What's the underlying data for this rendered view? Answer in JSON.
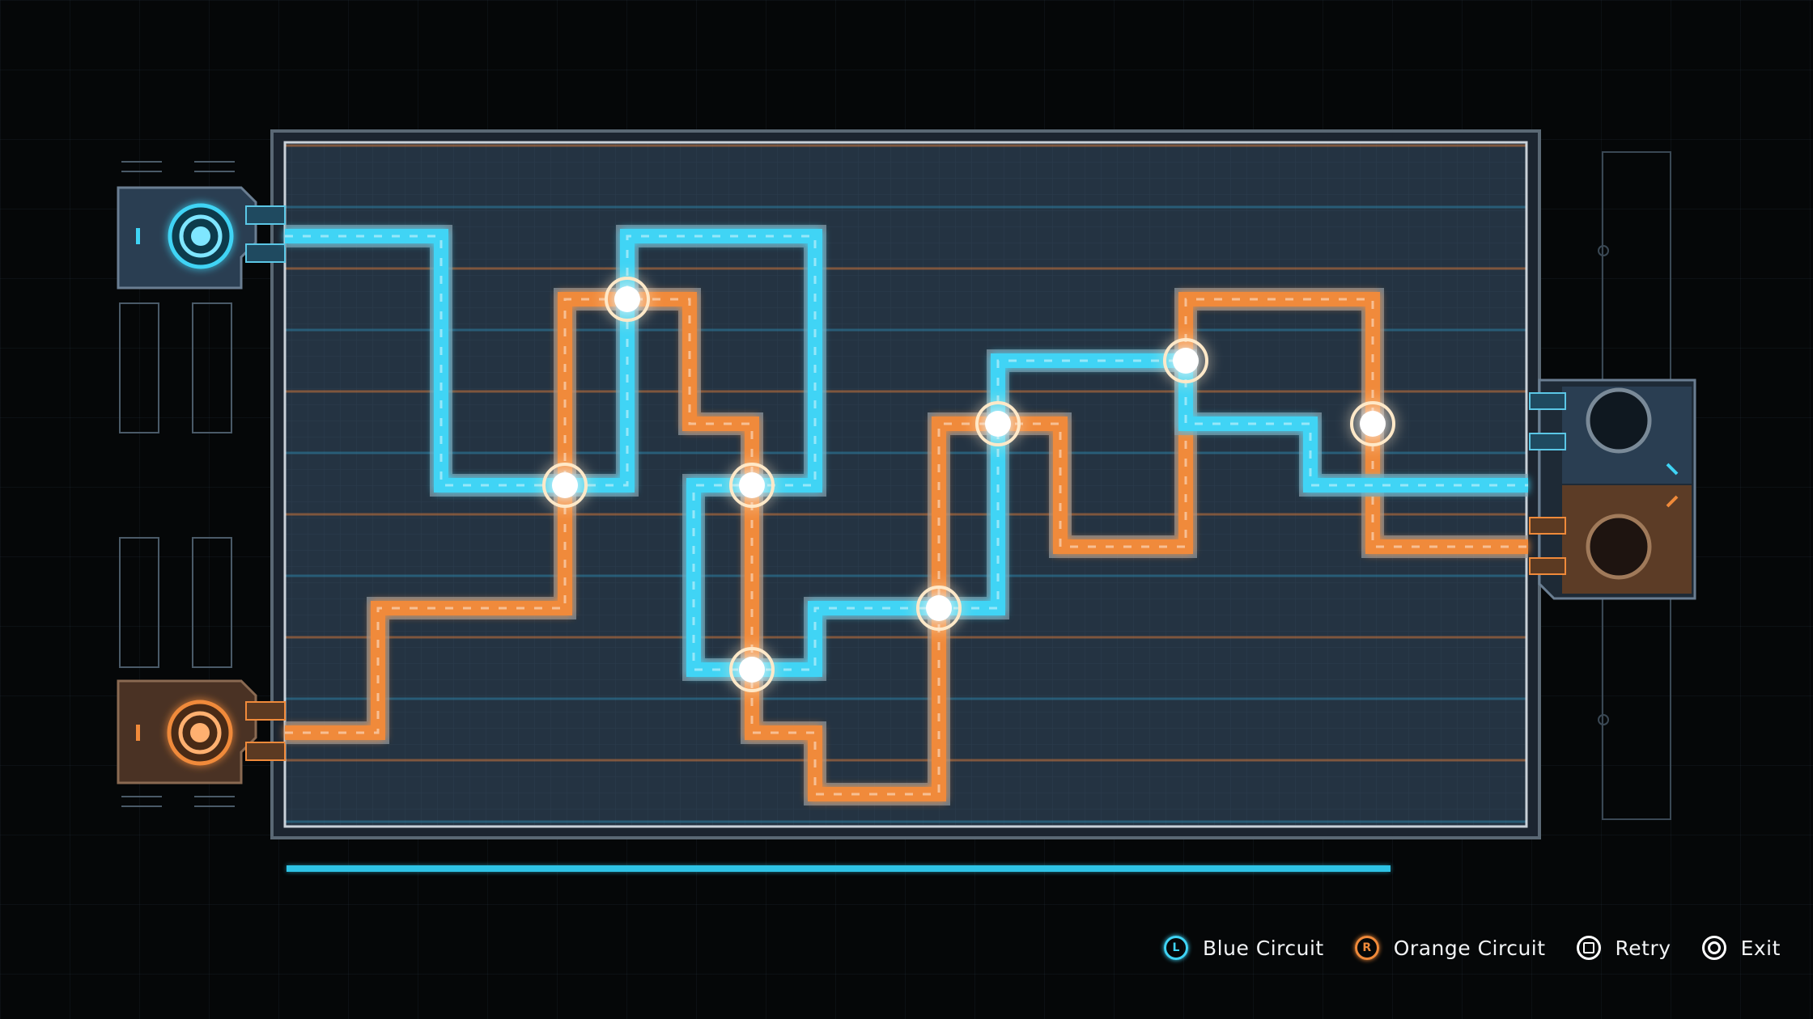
{
  "colors": {
    "blue": "#3fd4f5",
    "orange": "#f08a3a",
    "board_bg": "#253545",
    "progress": "#2ec3e6"
  },
  "progress": {
    "fraction": 0.87
  },
  "legend": {
    "blue_key": "L",
    "blue_label": "Blue Circuit",
    "orange_key": "R",
    "orange_label": "Orange Circuit",
    "retry_icon": "square-button-icon",
    "retry_label": "Retry",
    "exit_icon": "circle-button-icon",
    "exit_label": "Exit"
  }
}
